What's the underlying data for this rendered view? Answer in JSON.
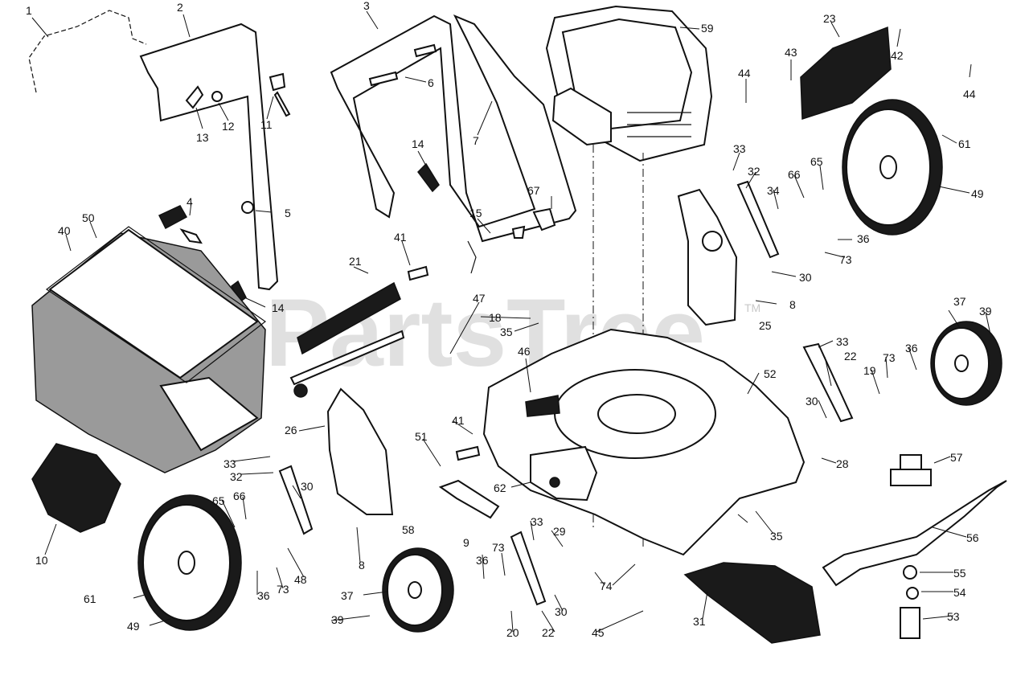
{
  "diagram": {
    "watermark": "PartsTree",
    "watermark_tm": "TM",
    "callouts": [
      "1",
      "2",
      "3",
      "59",
      "23",
      "42",
      "44",
      "43",
      "44",
      "13",
      "12",
      "11",
      "6",
      "7",
      "14",
      "61",
      "33",
      "32",
      "66",
      "65",
      "34",
      "4",
      "5",
      "50",
      "40",
      "67",
      "15",
      "41",
      "49",
      "36",
      "73",
      "21",
      "30",
      "14",
      "47",
      "18",
      "35",
      "37",
      "8",
      "39",
      "25",
      "33",
      "22",
      "73",
      "36",
      "46",
      "52",
      "19",
      "30",
      "26",
      "41",
      "51",
      "28",
      "33",
      "32",
      "30",
      "57",
      "62",
      "65",
      "66",
      "58",
      "9",
      "33",
      "29",
      "56",
      "10",
      "8",
      "36",
      "73",
      "48",
      "36",
      "73",
      "74",
      "55",
      "54",
      "37",
      "61",
      "49",
      "39",
      "20",
      "22",
      "30",
      "45",
      "31",
      "53",
      "35"
    ]
  }
}
